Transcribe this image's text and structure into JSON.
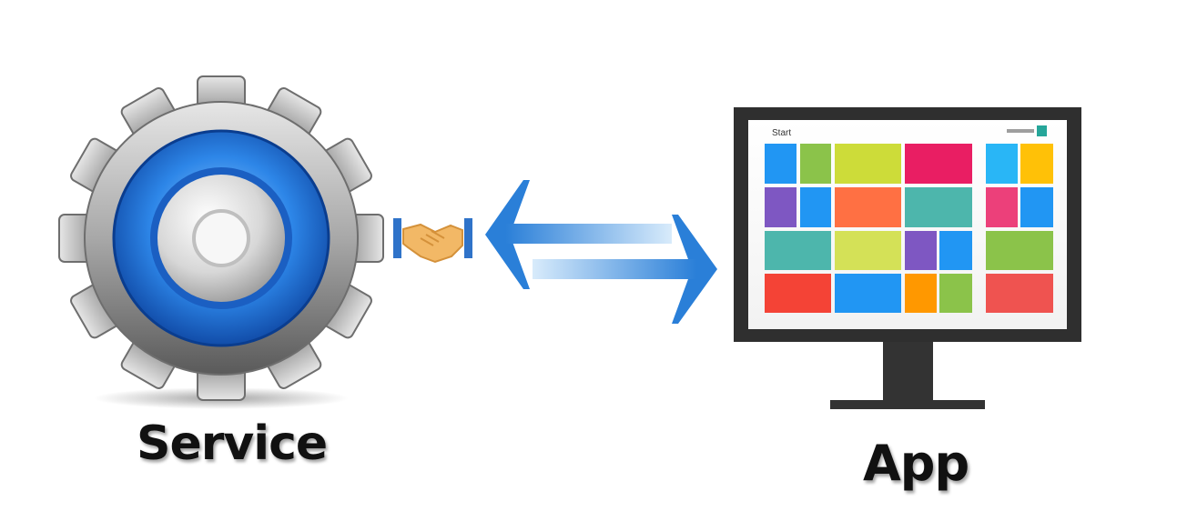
{
  "labels": {
    "service": "Service",
    "app": "App",
    "screen_start": "Start"
  },
  "icons": {
    "service": "gear-icon",
    "connection": "handshake-icon",
    "exchange": "bidirectional-arrows-icon",
    "app": "monitor-icon"
  },
  "colors": {
    "gear_gray": "#a9a9a9",
    "ring_blue": "#1d6fd6",
    "arrow_blue": "#2a7fd8",
    "monitor_dark": "#333333",
    "handshake": "#f2b866"
  },
  "tiles": [
    {
      "color": "#2196f3"
    },
    {
      "color": "#8bc34a"
    },
    {
      "color": "#cddc39"
    },
    {
      "color": "#e91e63"
    },
    {
      "color": "#29b6f6"
    },
    {
      "color": "#ffc107"
    },
    {
      "color": "#7e57c2"
    },
    {
      "color": "#2196f3"
    },
    {
      "color": "#ff7043"
    },
    {
      "color": "#4db6ac"
    },
    {
      "color": "#ec407a"
    },
    {
      "color": "#2196f3"
    },
    {
      "color": "#4db6ac"
    },
    {
      "color": "#d4e157"
    },
    {
      "color": "#7e57c2"
    },
    {
      "color": "#2196f3"
    },
    {
      "color": "#8bc34a"
    },
    {
      "color": "#f44336"
    },
    {
      "color": "#2196f3"
    },
    {
      "color": "#ff9800"
    },
    {
      "color": "#8bc34a"
    },
    {
      "color": "#ef5350"
    }
  ]
}
